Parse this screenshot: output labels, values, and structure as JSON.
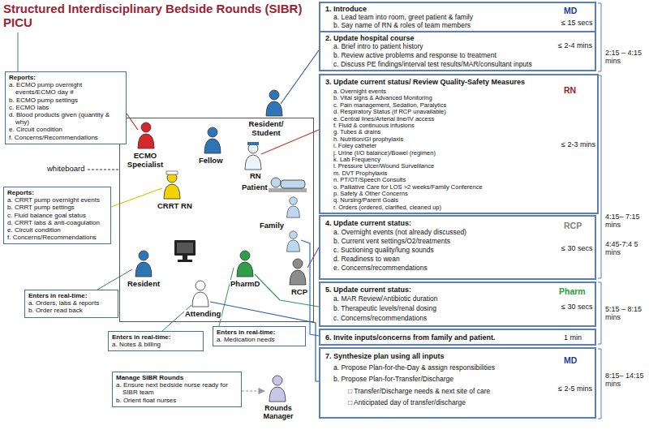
{
  "diagram": {
    "title": "Structured Interdisciplinary Bedside Rounds (SIBR) PICU",
    "nodes": [
      {
        "text": [
          "1. Introduce",
          "a. Lead team into room, greet patient & family",
          "b. Say name of RN & roles of team members",
          "MD",
          "≤ 15 secs"
        ]
      },
      {
        "text": [
          "2. Update hospital course",
          "a. Brief intro to patient history",
          "b. Review active problems and response to treatment",
          "c. Discuss PE findings/interval test results/MAR/consultant inputs",
          "≤ 2-4 mins"
        ]
      },
      {
        "text": [
          "3. Update current status/ Review Quality-Safety Measures",
          "RN",
          "a. Overnight events",
          "b. Vital signs & Advanced Monitoring",
          "c. Pain management, Sedation, Paralytics",
          "d. Respiratory Status (if RCP unavailable)",
          "e. Central lines/Arterial line/IV access",
          "f. Fluid & continuous infusions",
          "g. Tubes & drains",
          "h. Nutrition/GI prophylaxis",
          "i. Foley catheter",
          "j. Urine (I/O balance)/Bowel (regimen)",
          "k. Lab Frequency",
          "l. Pressure Ulcer/Wound Surveillance",
          "m. DVT Prophylaxis",
          "n. PT/OT/Speech Consults",
          "o. Palliative Care for LOS >2 weeks/Family Conference",
          "p. Safety & Other Concerns",
          "q. Nursing/Parent Goals",
          "r. Orders (ordered, clarified, cleaned up)",
          "≤ 2-3 mins"
        ]
      },
      {
        "text": [
          "4. Update current status:",
          "RCP",
          "a. Overnight events (not already discussed)",
          "b. Current vent settings/O2/treatments",
          "c. Suctioning quality/lung sounds",
          "d. Readiness to wean",
          "e. Concerns/recommendations",
          "≤ 30 secs"
        ]
      },
      {
        "text": [
          "5. Update current status:",
          "Pharm",
          "a. MAR Review/Antibiotic duration",
          "b. Therapeutic levels/renal dosing",
          "c. Concerns/recommendations",
          "≤ 30 secs"
        ]
      },
      {
        "text": [
          "6. Invite inputs/concerns from family and patient.",
          "1 min"
        ]
      },
      {
        "text": [
          "7. Synthesize plan using all inputs",
          "MD",
          "a. Propose Plan-for-the-Day & assign responsibilities",
          "b. Propose Plan-for-Transfer/Discharge",
          "□ Transfer/Discharge needs & next site of care",
          "□ Anticipated day of transfer/discharge",
          "≤ 2-5 mins"
        ]
      },
      {
        "text": [
          "ECMO Specialist",
          "Fellow",
          "Resident/ Student",
          "RN",
          "Patient",
          "CRRT RN",
          "Family",
          "Resident",
          "PharmD",
          "RCP",
          "Attending"
        ]
      },
      {
        "text": [
          "Reports:",
          "a. ECMO pump overnight events/ECMO day #",
          "b. ECMO pump settings",
          "c. ECMO labs",
          "d. Blood products given (quantity & why)",
          "e. Circuit condition",
          "f. Concerns/Recommendations"
        ]
      },
      {
        "text": [
          "Reports:",
          "a. CRRT pump overnight events",
          "b. CRRT pump settings",
          "c. Fluid balance goal status",
          "d. CRRT labs & anti-coagulation",
          "e. Circuit condition",
          "f. Concerns/Recommendations"
        ]
      },
      {
        "text": [
          "Enters in real-time:",
          "a. Orders, labs & reports",
          "b. Order read back"
        ]
      },
      {
        "text": [
          "Enters in real-time:",
          "a. Medication needs"
        ]
      },
      {
        "text": [
          "Enters in real-time:",
          "a. Notes & billing"
        ]
      },
      {
        "text": [
          "Manage SIBR Rounds",
          "a. Ensure next bedside nurse ready for SIBR team",
          "b. Orient float nurses"
        ]
      }
    ],
    "labels": [
      "whiteboard",
      "Rounds Manager",
      "2:15 – 4:15 mins",
      "4:15– 7:15 mins",
      "4:45-7:4 5 mins",
      "5:15 – 8:15 mins",
      "8:15– 14:15 mins"
    ]
  }
}
